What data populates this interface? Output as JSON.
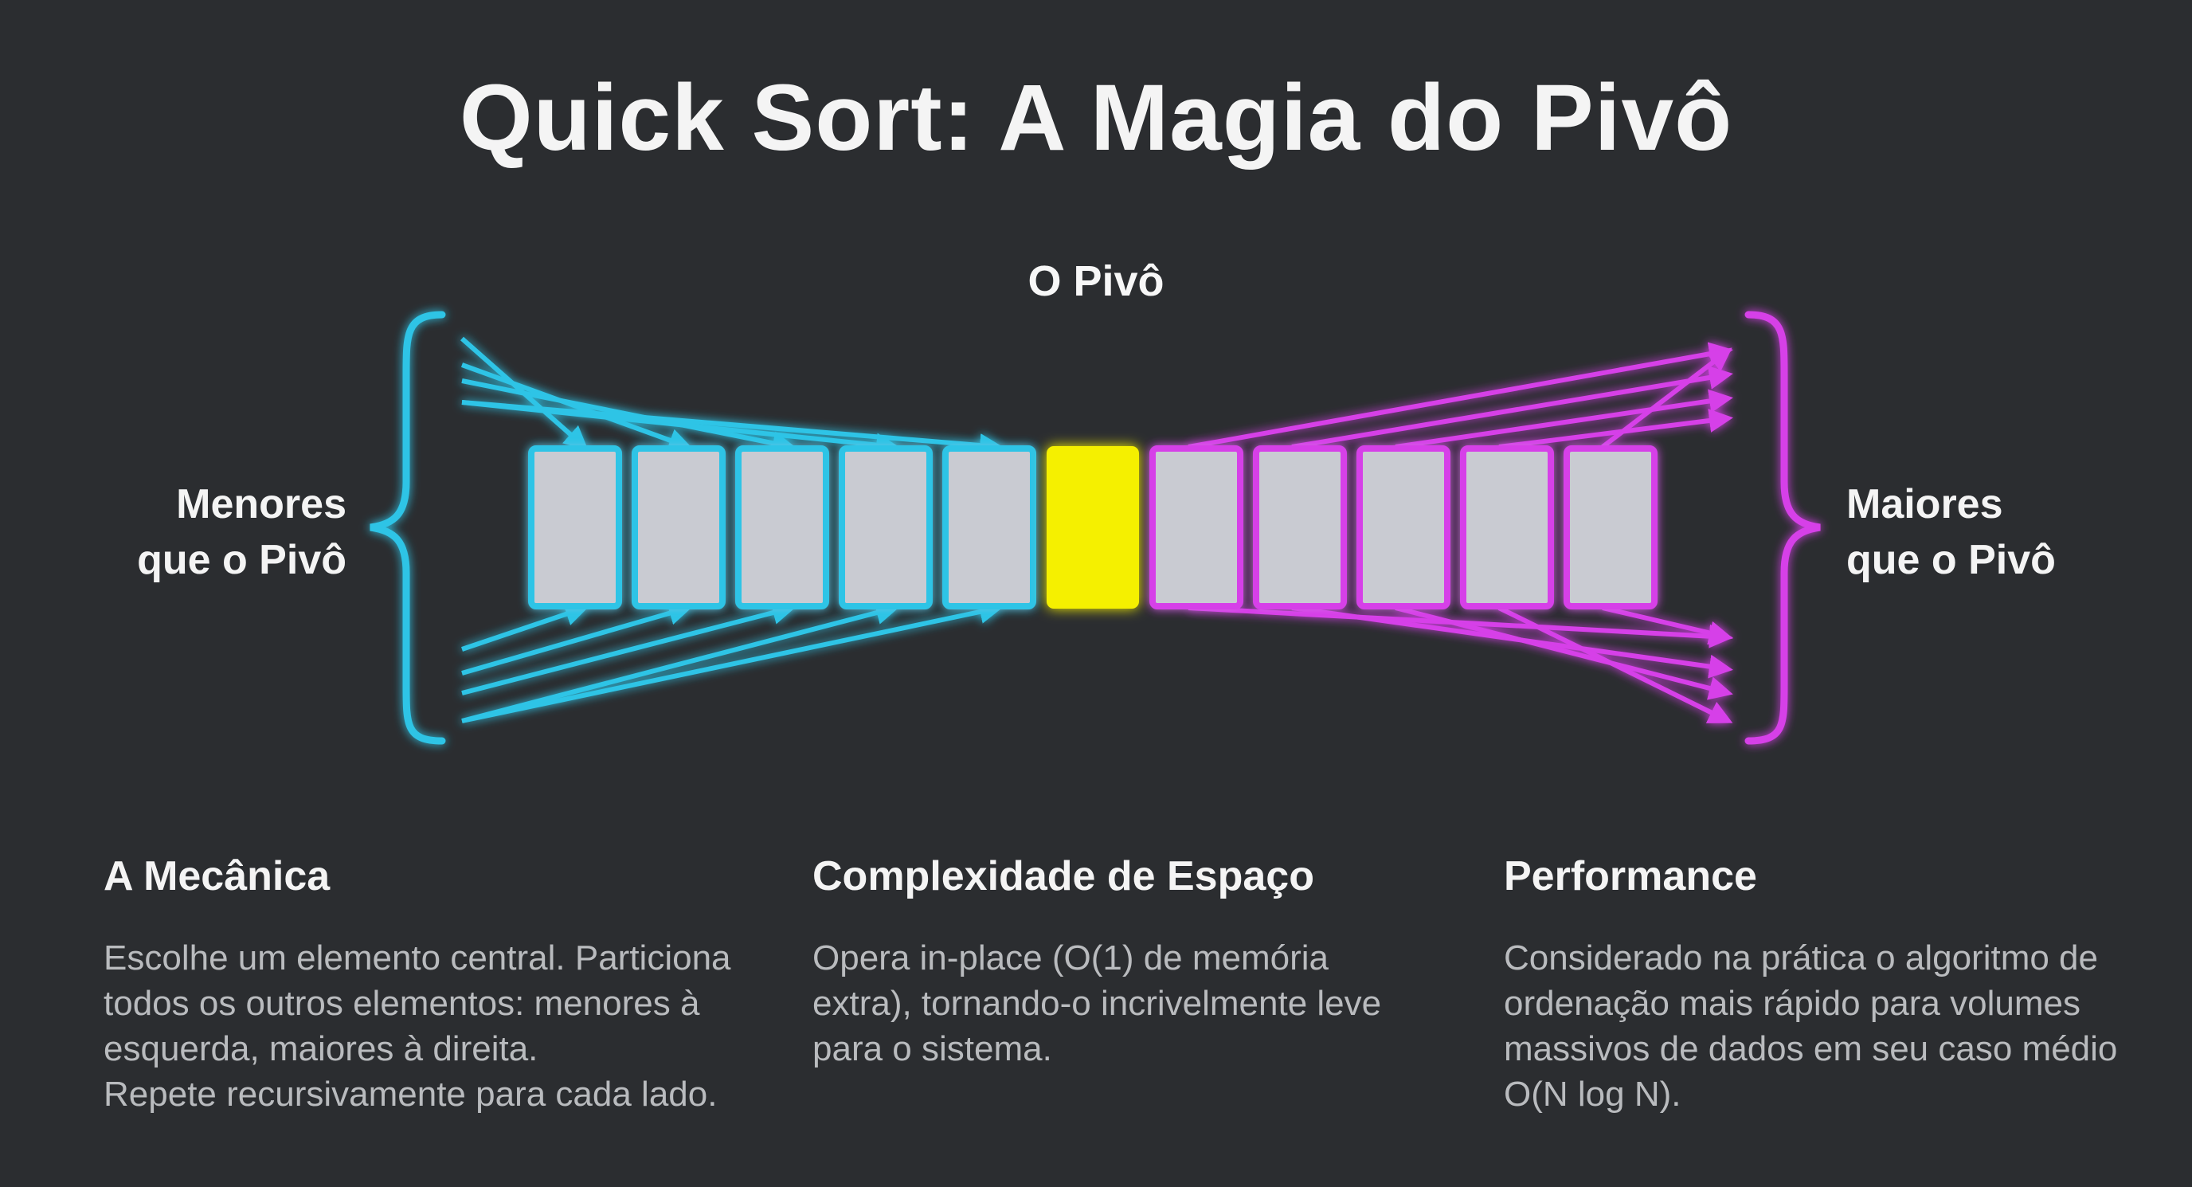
{
  "title": "Quick Sort: A Magia do Pivô",
  "diagram": {
    "pivot_label": "O Pivô",
    "left_label": [
      "Menores",
      "que o Pivô"
    ],
    "right_label": [
      "Maiores",
      "que o Pivô"
    ],
    "left_element_count": 5,
    "right_element_count": 5,
    "colors": {
      "background": "#2b2d30",
      "less": "#2ec4e6",
      "pivot": "#f5f000",
      "greater": "#d63fe8",
      "element_fill": "#c9cbd2"
    }
  },
  "sections": {
    "mecanica": {
      "heading": "A Mecânica",
      "lines": [
        "Escolhe um elemento central. Particiona",
        "todos os outros elementos: menores à",
        "esquerda, maiores à direita.",
        "Repete recursivamente para cada lado."
      ]
    },
    "espaco": {
      "heading": "Complexidade de Espaço",
      "lines": [
        "Opera in-place (O(1) de memória",
        "extra), tornando-o incrivelmente leve",
        "para o sistema."
      ]
    },
    "performance": {
      "heading": "Performance",
      "lines": [
        "Considerado na prática o algoritmo de",
        "ordenação mais rápido para volumes",
        "massivos de dados em seu caso médio",
        "O(N log N)."
      ]
    }
  }
}
